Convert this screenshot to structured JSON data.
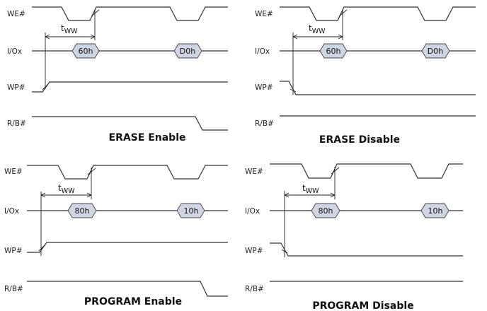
{
  "panels": [
    {
      "id": "erase-enable",
      "signals": [
        "WE#",
        "I/Ox",
        "WP#",
        "R/B#"
      ],
      "tww": {
        "t": "t",
        "sub": "WW"
      },
      "codes": [
        "60h",
        "D0h"
      ],
      "caption": "ERASE Enable"
    },
    {
      "id": "erase-disable",
      "signals": [
        "WE#",
        "I/Ox",
        "WP#",
        "R/B#"
      ],
      "tww": {
        "t": "t",
        "sub": "WW"
      },
      "codes": [
        "60h",
        "D0h"
      ],
      "caption": "ERASE Disable"
    },
    {
      "id": "program-enable",
      "signals": [
        "WE#",
        "I/Ox",
        "WP#",
        "R/B#"
      ],
      "tww": {
        "t": "t",
        "sub": "WW"
      },
      "codes": [
        "80h",
        "10h"
      ],
      "caption": "PROGRAM Enable"
    },
    {
      "id": "program-disable",
      "signals": [
        "WE#",
        "I/Ox",
        "WP#",
        "R/B#"
      ],
      "tww": {
        "t": "t",
        "sub": "WW"
      },
      "codes": [
        "80h",
        "10h"
      ],
      "caption": "PROGRAM Disable"
    }
  ],
  "colors": {
    "bus_fill": "#cfd5e3",
    "line": "#333333",
    "background": "#ffffff"
  }
}
